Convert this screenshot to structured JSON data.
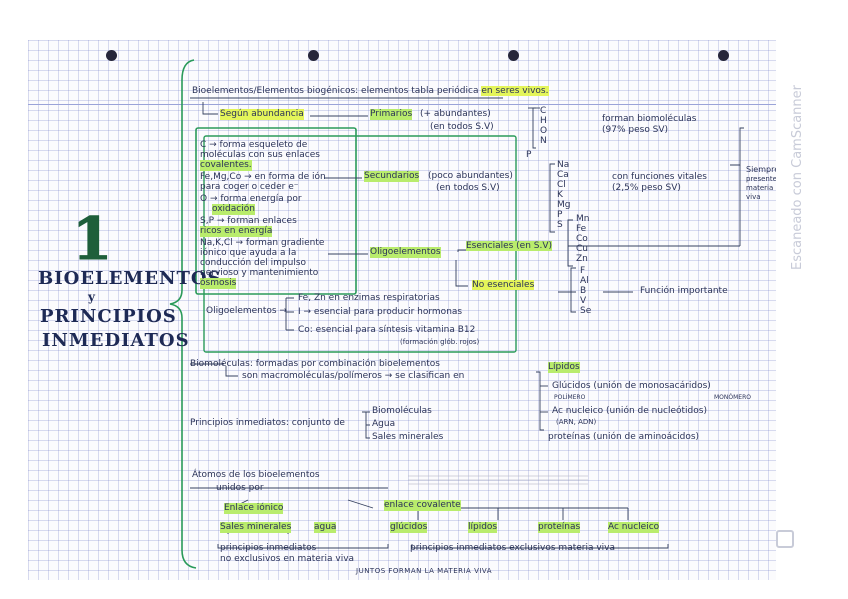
{
  "title": {
    "number": "1",
    "line1": "BIOELEMENTOS",
    "line2": "y",
    "line3": "PRINCIPIOS",
    "line4": "INMEDIATOS"
  },
  "header": {
    "definition": "Bioelementos/Elementos biogénicos: elementos tabla periódica",
    "definition_hl": "en seres vivos."
  },
  "abundance": {
    "label": "Según abundancia",
    "primarios": {
      "name": "Primarios",
      "desc": "(+ abundantes)",
      "desc2": "(en todos S.V)",
      "elements": [
        "C",
        "H",
        "O",
        "N"
      ],
      "extra": "P",
      "note": "forman biomoléculas",
      "note2": "(97% peso SV)"
    },
    "secundarios": {
      "name": "Secundarios",
      "desc": "(poco abundantes)",
      "desc2": "(en todos S.V)",
      "elements": [
        "Na",
        "Ca",
        "Cl",
        "K",
        "Mg",
        "P",
        "S"
      ],
      "note": "con funciones vitales",
      "note2": "(2,5% peso SV)"
    },
    "side_note": [
      "Siempre",
      "presentes",
      "materia",
      "viva"
    ],
    "oligo": {
      "name": "Oligoelementos",
      "esenciales": "Esenciales (en S.V)",
      "esenciales_elements": [
        "Mn",
        "Fe",
        "Co",
        "Cu",
        "Zn"
      ],
      "no_esenciales": "No esenciales",
      "no_esenciales_elements": [
        "F",
        "Al",
        "B",
        "V",
        "Se"
      ],
      "note": "Función importante"
    }
  },
  "functions_box": [
    "C → forma esqueleto de",
    "moléculas con sus enlaces",
    "covalentes.",
    "Fe,Mg,Co → en forma de ión",
    "para coger o ceder e⁻",
    "O → forma energía por",
    "oxidación",
    "S,P → forman enlaces",
    "ricos en energía",
    "Na,K,Cl → forman gradiente",
    "iónico que ayuda a la",
    "conducción del impulso",
    "nervioso y mantenimiento",
    "ósmosis"
  ],
  "oligo_examples": {
    "label": "Oligoelementos →",
    "fe": "Fe, Zn en enzimas respiratorias",
    "i": "I → esencial para producir hormonas",
    "co": "Co: esencial para síntesis vitamina B12",
    "co_note": "(formación glób. rojos)"
  },
  "biomoleculas": {
    "line1": "Biomoléculas: formadas por combinación bioelementos",
    "line2": "son macromoléculas/polímeros → se clasifican en",
    "lipidos": "Lípidos",
    "glucidos": "Glúcidos (unión de monosacáridos)",
    "glucidos_sub1": "POLÍMERO",
    "glucidos_sub2": "MONÓMERO",
    "acnucleico": "Ac nucleico (unión de nucleótidos)",
    "acnucleico_sub": "(ARN, ADN)",
    "proteinas": "proteínas (unión de aminoácidos)"
  },
  "principios": {
    "label": "Principios inmediatos: conjunto de",
    "items": [
      "Biomoléculas",
      "Agua",
      "Sales minerales"
    ]
  },
  "atomos": {
    "line1": "Átomos de los bioelementos",
    "line2": "unidos por",
    "ionico": "Enlace iónico",
    "covalente": "enlace covalente",
    "products": [
      "Sales minerales",
      "agua",
      "glúcidos",
      "lípidos",
      "proteínas",
      "Ac nucleico"
    ],
    "bottom_left": "principios inmediatos",
    "bottom_left2": "no exclusivos en materia viva",
    "bottom_right": "principios inmediatos exclusivos materia viva",
    "footer": "JUNTOS FORMAN LA MATERIA VIVA"
  },
  "colors": {
    "highlight_yellow": "#e4f55a",
    "highlight_green": "#b9ec6c",
    "ink_green": "#2a9a5a",
    "ink_blue": "#24304f"
  },
  "watermark": "Escaneado con CamScanner"
}
